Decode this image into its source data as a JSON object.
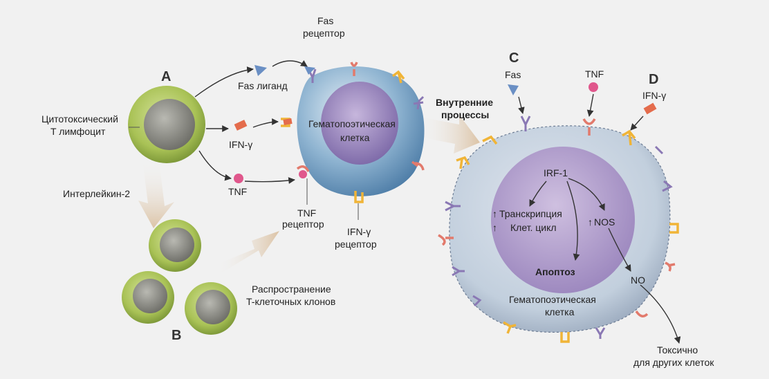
{
  "labels": {
    "letter_a": "A",
    "letter_b": "B",
    "letter_c": "C",
    "letter_d": "D",
    "ctl_line1": "Цитотоксический",
    "ctl_line2": "T лимфоцит",
    "il2": "Интерлейкин-2",
    "fas_receptor_line1": "Fas",
    "fas_receptor_line2": "рецептор",
    "fas_ligand": "Fas лиганд",
    "ifn_gamma": "IFN-γ",
    "tnf": "TNF",
    "hsc_left_line1": "Гематопоэтическая",
    "hsc_left_line2": "клетка",
    "tnf_receptor_line1": "TNF",
    "tnf_receptor_line2": "рецептор",
    "ifn_receptor_line1": "IFN-γ",
    "ifn_receptor_line2": "рецептор",
    "spread_line1": "Распространение",
    "spread_line2": "T-клеточных клонов",
    "internal_line1": "Внутренние",
    "internal_line2": "процессы",
    "fas": "Fas",
    "tnf_top": "TNF",
    "ifn_top": "IFN-γ",
    "irf1": "IRF-1",
    "arrow_up": "↑",
    "transcription": "Транскрипция",
    "cell_cycle": "Клет. цикл",
    "nos": "NOS",
    "apoptosis": "Апоптоз",
    "no": "NO",
    "hsc_right_line1": "Гематопоэтическая",
    "hsc_right_line2": "клетка",
    "toxic_line1": "Токсично",
    "toxic_line2": "для других клеток"
  },
  "colors": {
    "background": "#f1f1f1",
    "tcell_outer": "#a9c256",
    "tcell_nucleus": "#8d8d85",
    "hsc_outer": "#6f9bbf",
    "hsc_nucleus": "#8a76b0",
    "fas_ligand": "#6a8fc4",
    "ifn_gamma": "#e46c4c",
    "tnf": "#e0578c",
    "fas_receptor": "#8a78b4",
    "ifn_receptor": "#f0b437",
    "tnf_receptor": "#e27a6c",
    "arrow": "#333333",
    "large_arrow": "#e7d2b8"
  }
}
